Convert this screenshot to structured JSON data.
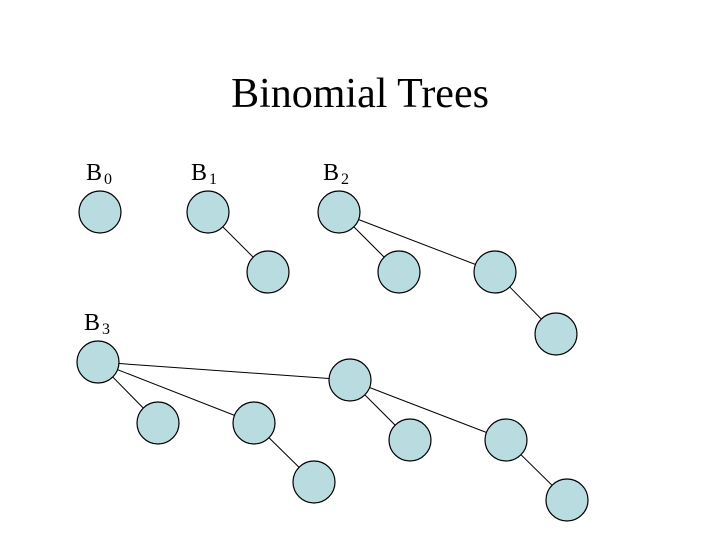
{
  "title": "Binomial Trees",
  "trees": [
    {
      "base": "B",
      "sub": "0"
    },
    {
      "base": "B",
      "sub": "1"
    },
    {
      "base": "B",
      "sub": "2"
    },
    {
      "base": "B",
      "sub": "3"
    }
  ],
  "colors": {
    "node_fill": "#b9dce1",
    "edge": "#000000"
  }
}
